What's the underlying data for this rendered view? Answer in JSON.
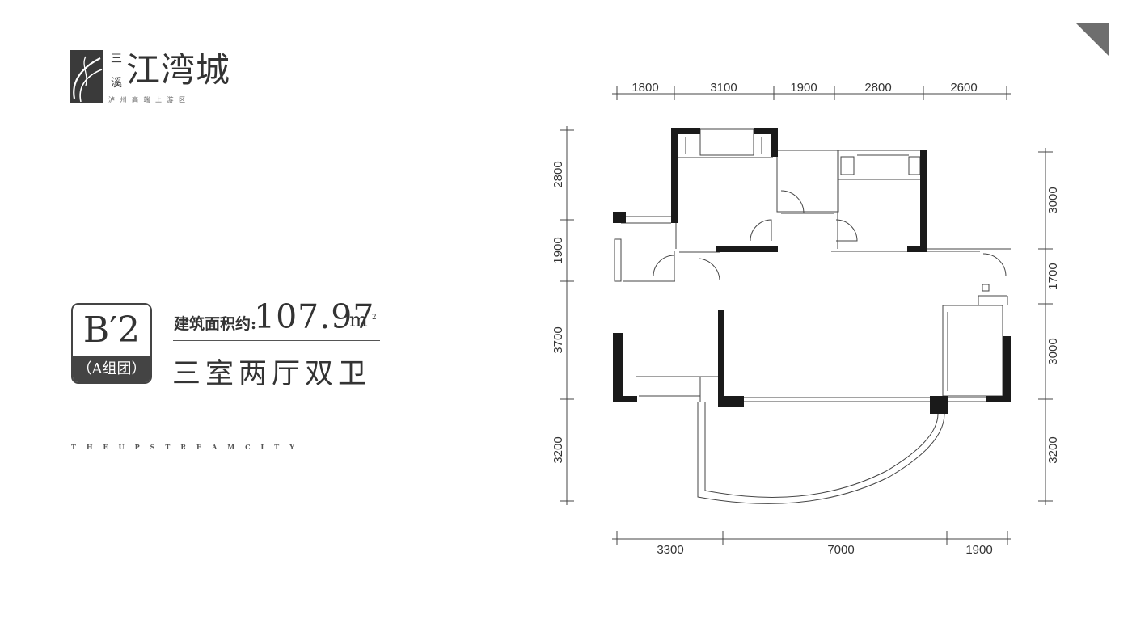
{
  "logo": {
    "small_top": "三",
    "small_bottom": "溪",
    "name": "江湾城",
    "subtitle": "泸州高端上游区"
  },
  "unit": {
    "type_code": "B′2",
    "group": "（A组团）",
    "area_label": "建筑面积约:",
    "area_value": "107.97",
    "area_unit": "m",
    "area_unit_sup": "2",
    "layout": "三室两厅双卫"
  },
  "tagline": "THEUPSTREAMCITY",
  "colors": {
    "wall": "#1a1a1a",
    "line": "#444444",
    "corner": "#6e6e6e"
  },
  "dimensions": {
    "top": [
      "1800",
      "3100",
      "1900",
      "2800",
      "2600"
    ],
    "bottom": [
      "3300",
      "7000",
      "1900"
    ],
    "left": [
      "2800",
      "1900",
      "3700",
      "3200"
    ],
    "right": [
      "3000",
      "1700",
      "3000",
      "3200"
    ]
  }
}
